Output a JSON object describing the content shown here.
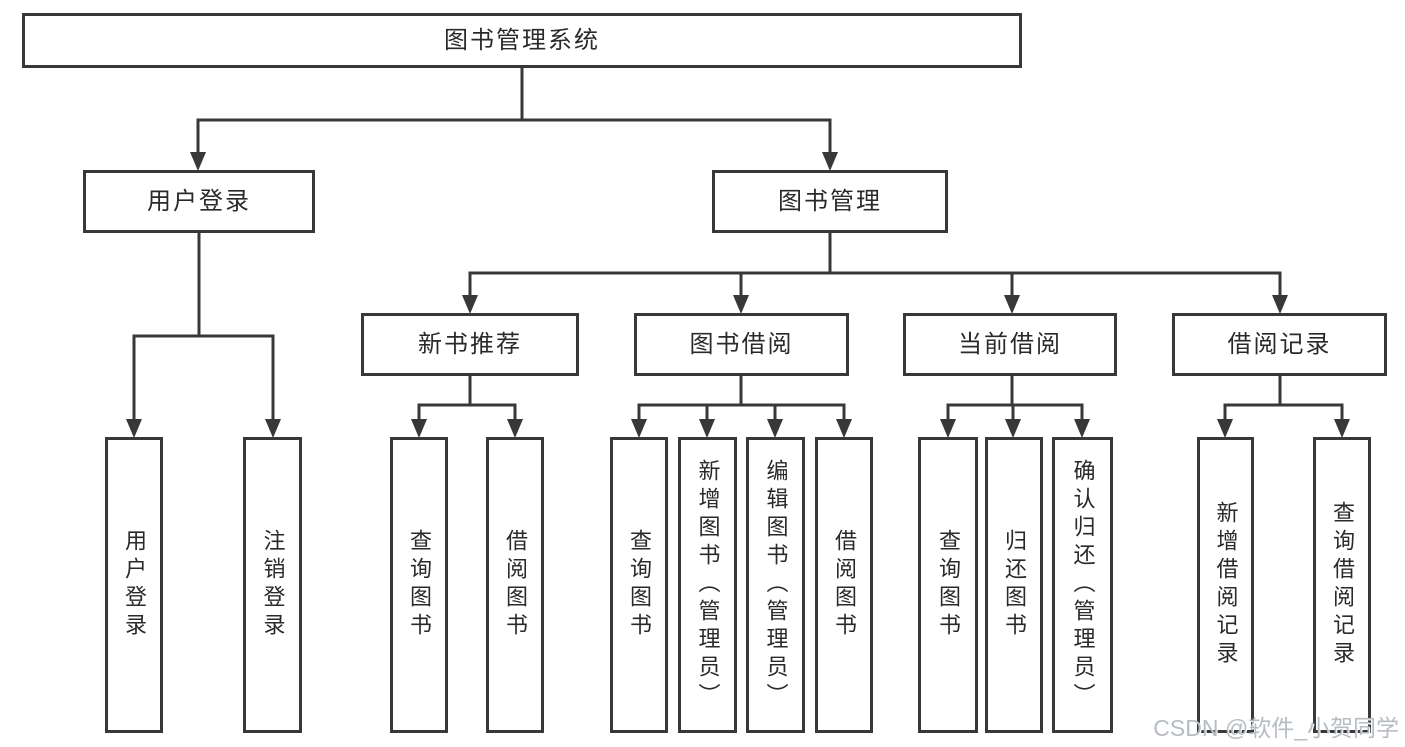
{
  "diagram": {
    "root_label": "图书管理系统",
    "nodes": {
      "user_login": {
        "label": "用户登录",
        "children": [
          "用户登录",
          "注销登录"
        ]
      },
      "book_mgmt": {
        "label": "图书管理"
      },
      "new_book": {
        "label": "新书推荐",
        "children": [
          "查询图书",
          "借阅图书"
        ]
      },
      "borrow": {
        "label": "图书借阅",
        "children": [
          "查询图书",
          "新增图书（管理员）",
          "编辑图书（管理员）",
          "借阅图书"
        ]
      },
      "current": {
        "label": "当前借阅",
        "children": [
          "查询图书",
          "归还图书",
          "确认归还（管理员）"
        ]
      },
      "records": {
        "label": "借阅记录",
        "children": [
          "新增借阅记录",
          "查询借阅记录"
        ]
      }
    },
    "watermark": "CSDN @软件_小贺同学",
    "colors": {
      "line": "#383838",
      "box_border": "#383838",
      "text": "#2a2a2a",
      "background": "#ffffff",
      "watermark": "#b2b8bf"
    }
  }
}
